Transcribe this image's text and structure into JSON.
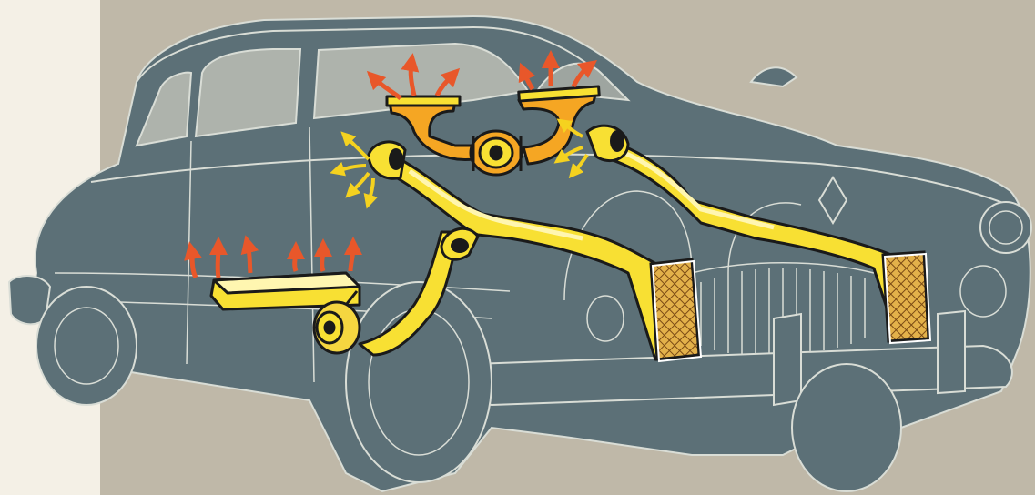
{
  "image": {
    "subject": "car-ventilation-cutaway-illustration",
    "colors": {
      "paper": "#f4f0e6",
      "backdrop": "#bfb8a8",
      "car_body": "#5c7077",
      "car_outline": "#d9ddd6",
      "duct_yellow": "#f8e033",
      "duct_highlight": "#fff6b0",
      "duct_outline": "#1a1a1a",
      "hot_air_arrow": "#e8572a",
      "warm_air_arrow": "#f5d21f",
      "intake_grille": "#c98a2a",
      "blower": "#f5d640"
    },
    "components": [
      "roof-defroster-manifold",
      "roof-blower",
      "rear-blower",
      "floor-heater-box",
      "left-fresh-air-intake",
      "right-fresh-air-intake",
      "front-air-duct-left",
      "front-air-duct-right",
      "side-air-outlet-front",
      "side-air-outlet-right"
    ]
  }
}
